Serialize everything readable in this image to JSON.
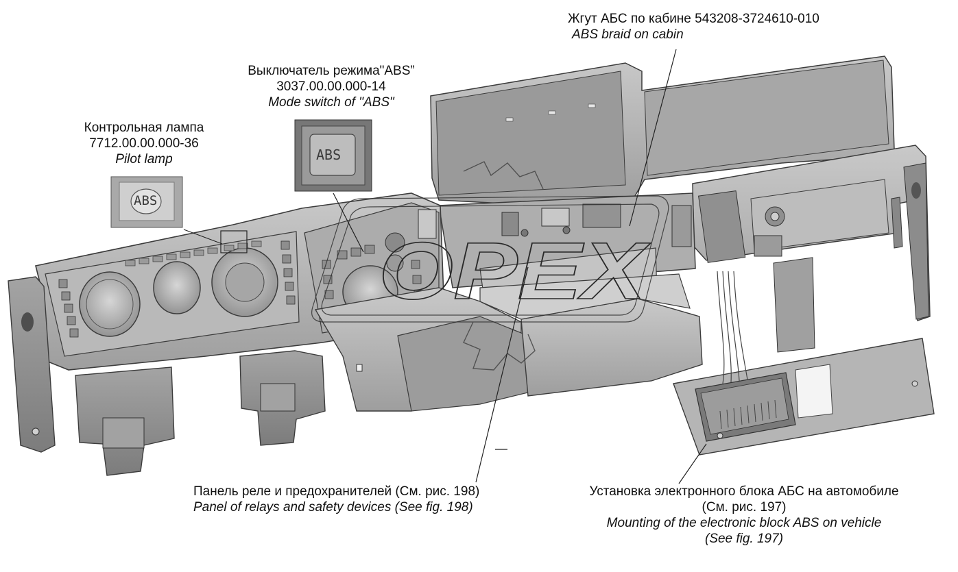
{
  "diagram": {
    "callouts": {
      "pilot_lamp": {
        "ru": "Контрольная лампа",
        "part": "7712.00.00.000-36",
        "en": "Pilot lamp"
      },
      "mode_switch": {
        "ru": "Выключатель режима\"ABS”",
        "part": "3037.00.00.000-14",
        "en": "Mode switch of  \"ABS\""
      },
      "abs_harness": {
        "ru": "Жгут АБС по кабине 543208-3724610-010",
        "en": "ABS braid on cabin"
      },
      "relay_panel": {
        "ru": "Панель реле и предохранителей (См. рис. 198)",
        "en": "Panel of relays and safety devices (See fig. 198)"
      },
      "ecu_mount": {
        "ru": "Установка электронного блока АБС на автомобиле",
        "ru_ref": "(См. рис. 197)",
        "en": "Mounting of  the electronic block ABS on vehicle",
        "en_ref": "(See fig. 197)"
      }
    },
    "button_labels": {
      "pilot_lamp_face": "ABS",
      "mode_switch_face": "ABS"
    },
    "watermark": "OPEX",
    "colors": {
      "panel_fill": "#b3b3b3",
      "panel_dark": "#8c8c8c",
      "panel_light": "#cfcfcf",
      "outline": "#3c3c3c",
      "leader": "#222222"
    }
  }
}
